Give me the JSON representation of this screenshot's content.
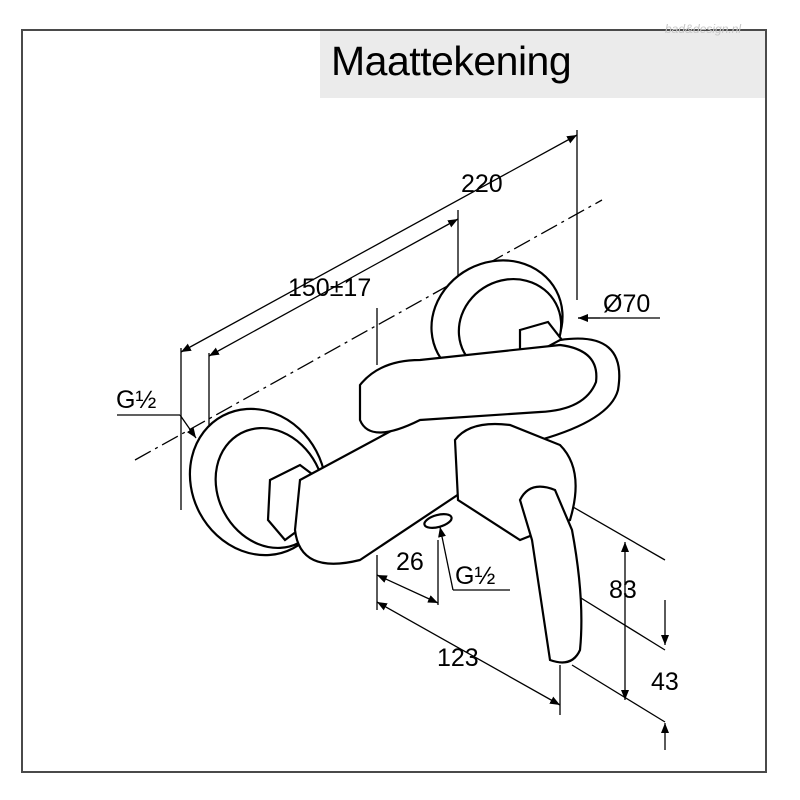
{
  "title": "Maattekening",
  "watermark": "bad&design.nl",
  "dimensions": {
    "overall_width": "220",
    "center_distance": "150±17",
    "rosette_diameter": "Ø70",
    "inlet_thread": "G½",
    "outlet_thread": "G½",
    "outlet_offset": "26",
    "projection": "123",
    "lever_height": "83",
    "outlet_height": "43"
  },
  "colors": {
    "line": "#000000",
    "frame": "#4a4a4a",
    "title_bg": "#ebebeb",
    "watermark": "#c7c7c7"
  }
}
